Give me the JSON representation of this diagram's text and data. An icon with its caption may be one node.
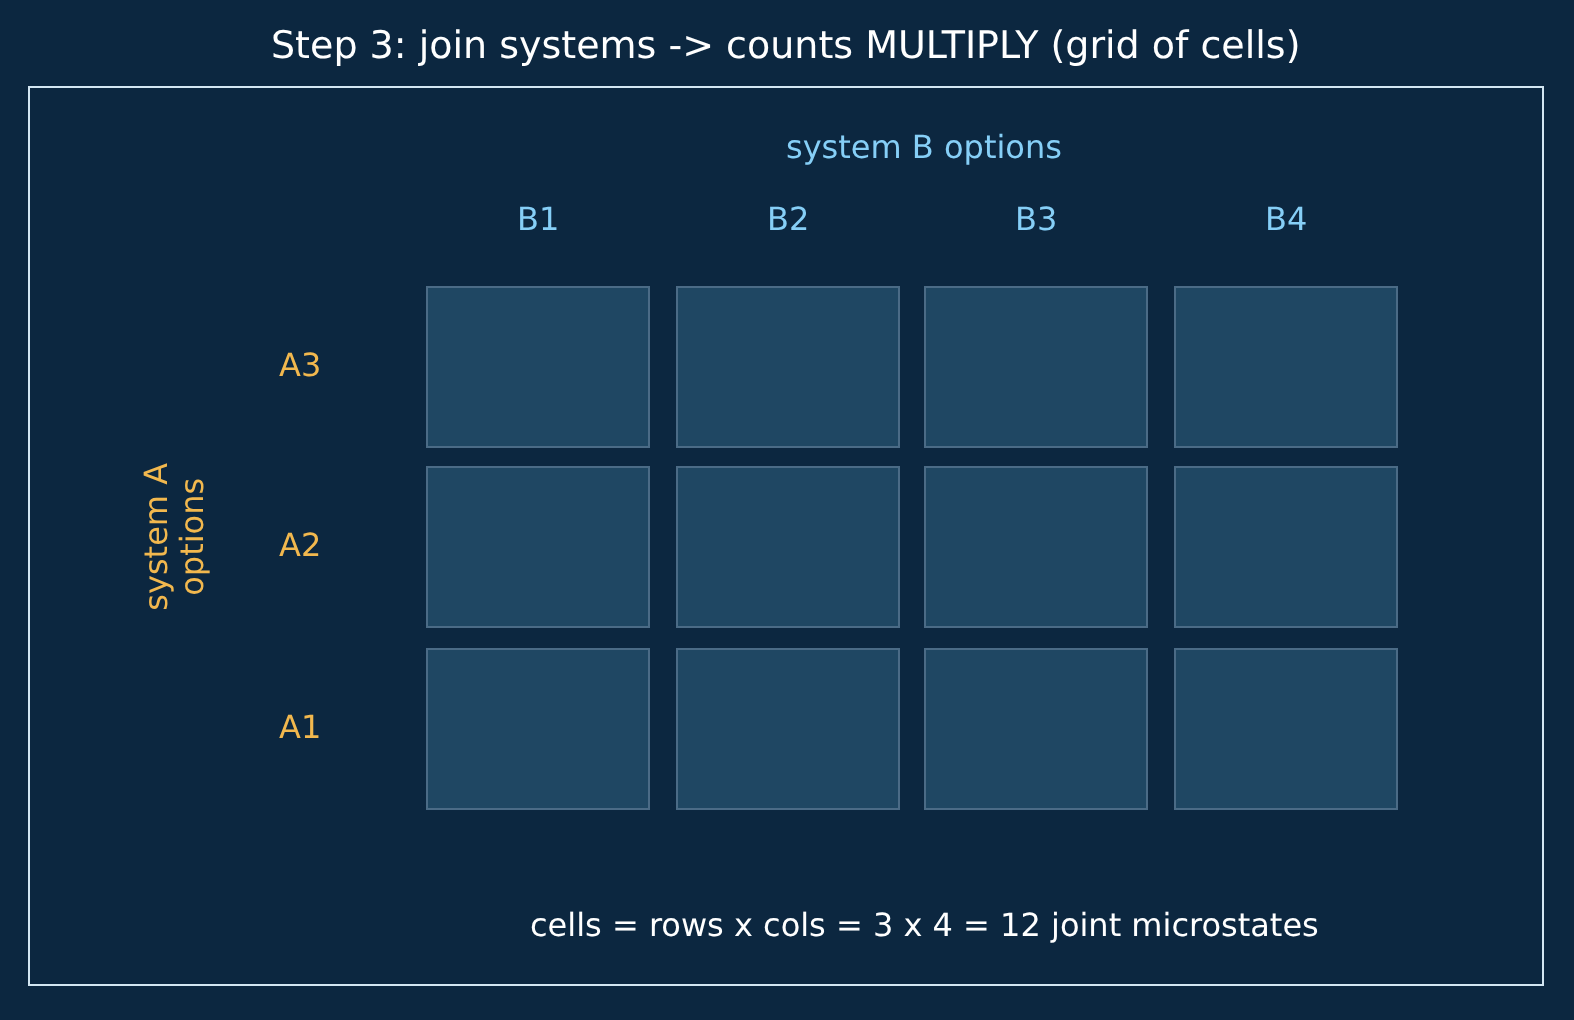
{
  "diagram": {
    "title": "Step 3: join systems -> counts MULTIPLY (grid of cells)",
    "nodes": [
      {
        "text": [],
        "shape": "box"
      },
      {
        "text": [],
        "shape": "box"
      },
      {
        "text": [],
        "shape": "box"
      },
      {
        "text": [],
        "shape": "box"
      },
      {
        "text": [],
        "shape": "box"
      },
      {
        "text": [],
        "shape": "box"
      },
      {
        "text": [],
        "shape": "box"
      },
      {
        "text": [],
        "shape": "box"
      },
      {
        "text": [],
        "shape": "box"
      },
      {
        "text": [],
        "shape": "box"
      },
      {
        "text": [],
        "shape": "box"
      },
      {
        "text": [],
        "shape": "box"
      }
    ],
    "labels": [
      "system B options",
      "B1",
      "B2",
      "B3",
      "B4",
      "system A options",
      "A3",
      "A2",
      "A1"
    ],
    "caption": "cells = rows x cols = 3 x 4 = 12 joint microstates"
  }
}
